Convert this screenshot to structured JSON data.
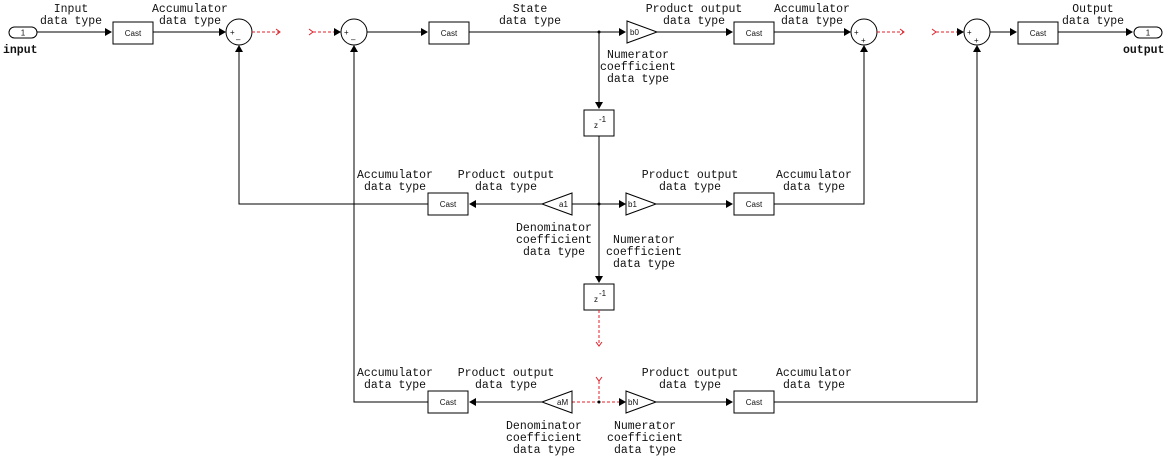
{
  "diagram": {
    "title": "Direct-form IIR filter data types",
    "ports": {
      "input": {
        "number": "1",
        "name": "input"
      },
      "output": {
        "number": "1",
        "name": "output"
      }
    },
    "cast_label": "Cast",
    "delay_label": "z",
    "delay_exp": "-1",
    "sum_signs": {
      "plus": "+",
      "minus": "–"
    },
    "gains": {
      "b0": "b0",
      "b1": "b1",
      "bN": "bN",
      "a1": "a1",
      "aM": "aM"
    },
    "labels": {
      "input_dt": [
        "Input",
        "data type"
      ],
      "acc_dt": [
        "Accumulator",
        "data type"
      ],
      "state_dt": [
        "State",
        "data type"
      ],
      "prod_dt": [
        "Product output",
        "data type"
      ],
      "num_coef_dt": [
        "Numerator",
        "coefficient",
        "data type"
      ],
      "den_coef_dt": [
        "Denominator",
        "coefficient",
        "data type"
      ],
      "output_dt": [
        "Output",
        "data type"
      ]
    }
  }
}
